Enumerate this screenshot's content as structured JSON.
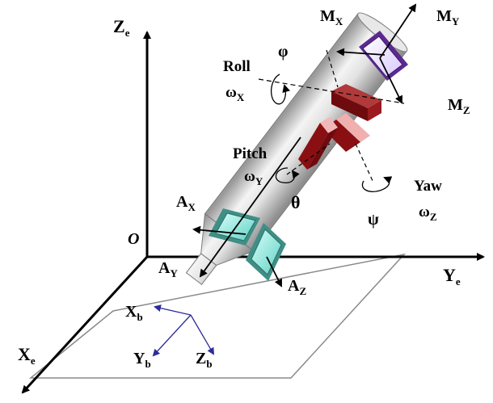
{
  "world_axes": {
    "origin": "O",
    "z": {
      "base": "Z",
      "sub": "e"
    },
    "y": {
      "base": "Y",
      "sub": "e"
    },
    "x": {
      "base": "X",
      "sub": "e"
    }
  },
  "body_axes": {
    "x": {
      "base": "X",
      "sub": "b"
    },
    "y": {
      "base": "Y",
      "sub": "b"
    },
    "z": {
      "base": "Z",
      "sub": "b"
    }
  },
  "magnetometer": {
    "x": {
      "base": "M",
      "sub": "X"
    },
    "y": {
      "base": "M",
      "sub": "Y"
    },
    "z": {
      "base": "M",
      "sub": "Z"
    }
  },
  "accelerometer": {
    "x": {
      "base": "A",
      "sub": "X"
    },
    "y": {
      "base": "A",
      "sub": "Y"
    },
    "z": {
      "base": "A",
      "sub": "Z"
    }
  },
  "rotations": {
    "roll": {
      "name": "Roll",
      "rate_base": "ω",
      "rate_sub": "X",
      "angle": "φ"
    },
    "pitch": {
      "name": "Pitch",
      "rate_base": "ω",
      "rate_sub": "Y",
      "angle": "θ"
    },
    "yaw": {
      "name": "Yaw",
      "rate_base": "ω",
      "rate_sub": "Z",
      "angle": "ψ"
    }
  },
  "colors": {
    "pen_body": "#d6d6d6",
    "gyro_red": "#8a0f12",
    "accel_teal": "#7fe0d6",
    "mag_purple": "#5b2a8f",
    "body_axis_blue": "#2c2c9a"
  }
}
